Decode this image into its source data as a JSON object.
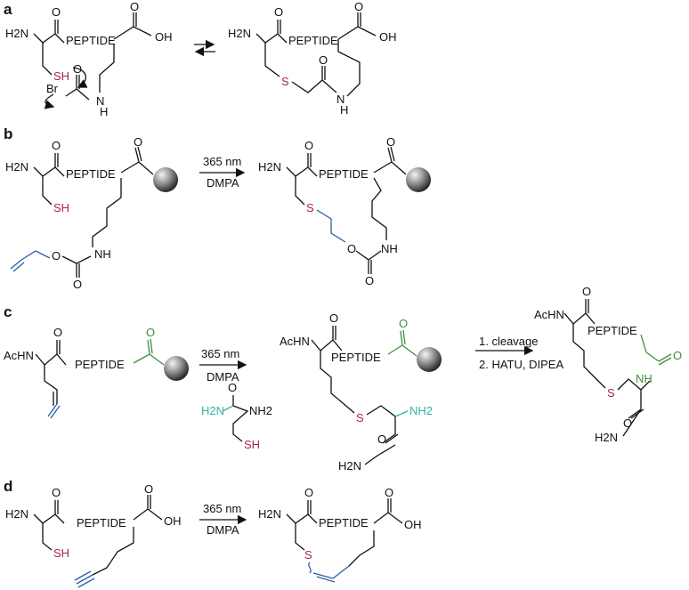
{
  "panels": {
    "a": {
      "label": "a",
      "peptide": "PEPTIDE",
      "amine": "H2N",
      "acid": "OH",
      "thiol": "SH",
      "bromine": "Br",
      "sulfur": "S",
      "oxygen": "O",
      "nh": "N",
      "h": "H"
    },
    "b": {
      "label": "b",
      "peptide": "PEPTIDE",
      "amine": "H2N",
      "thiol": "SH",
      "sulfur": "S",
      "oxygen": "O",
      "nh": "NH",
      "cond1": "365 nm",
      "cond2": "DMPA"
    },
    "c": {
      "label": "c",
      "peptide": "PEPTIDE",
      "achn": "AcHN",
      "thiol": "SH",
      "sulfur": "S",
      "nh2": "NH2",
      "h2n": "H2N",
      "nh": "NH",
      "oxygen": "O",
      "cond1": "365 nm",
      "cond2": "DMPA",
      "step1": "1. cleavage",
      "step2": "2. HATU, DIPEA"
    },
    "d": {
      "label": "d",
      "peptide": "PEPTIDE",
      "amine": "H2N",
      "acid": "OH",
      "thiol": "SH",
      "sulfur": "S",
      "oxygen": "O",
      "cond1": "365 nm",
      "cond2": "DMPA"
    }
  },
  "colors": {
    "sulfur": "#a8284a",
    "alkene": "#2a5fa8",
    "resin_linker": "#3f8f3f",
    "cysteine": "#2bb5a0"
  }
}
